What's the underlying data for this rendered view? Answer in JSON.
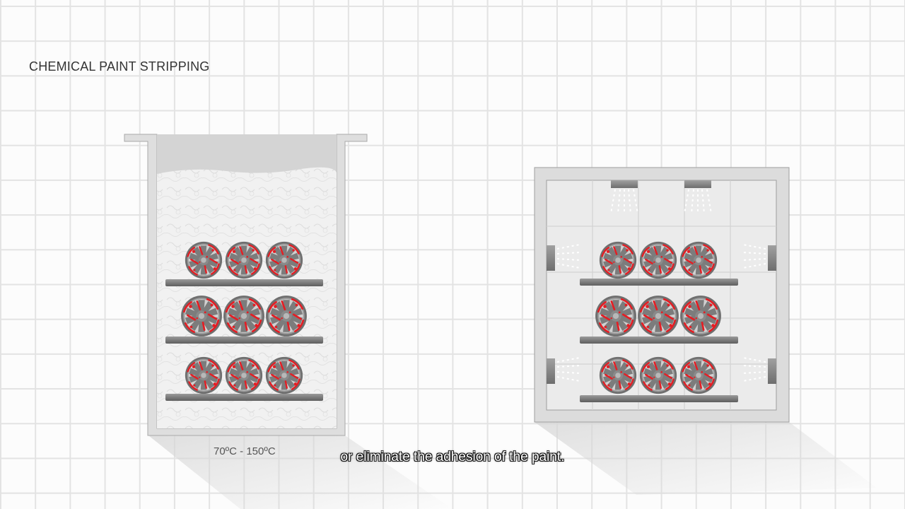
{
  "title": "CHEMICAL PAINT STRIPPING",
  "tank": {
    "temperature_label": "70ºC - 150ºC",
    "shelves": 3,
    "wheels_per_shelf": 3
  },
  "booth": {
    "shelves": 3,
    "wheels_per_shelf": 3,
    "top_nozzles": 2,
    "side_nozzles_per_wall": 2
  },
  "subtitle": "or eliminate the adhesion of the paint.",
  "colors": {
    "background": "#fcfcfc",
    "grid_line": "#e3e3e3",
    "paint_red": "#e31e24",
    "wheel_gray": "#7d7d7d",
    "tank_wall": "#d6d6d6",
    "booth_frame": "#d9d9d9"
  },
  "icons": {
    "wheel": "alloy-wheel-icon",
    "nozzle": "spray-nozzle-icon"
  }
}
